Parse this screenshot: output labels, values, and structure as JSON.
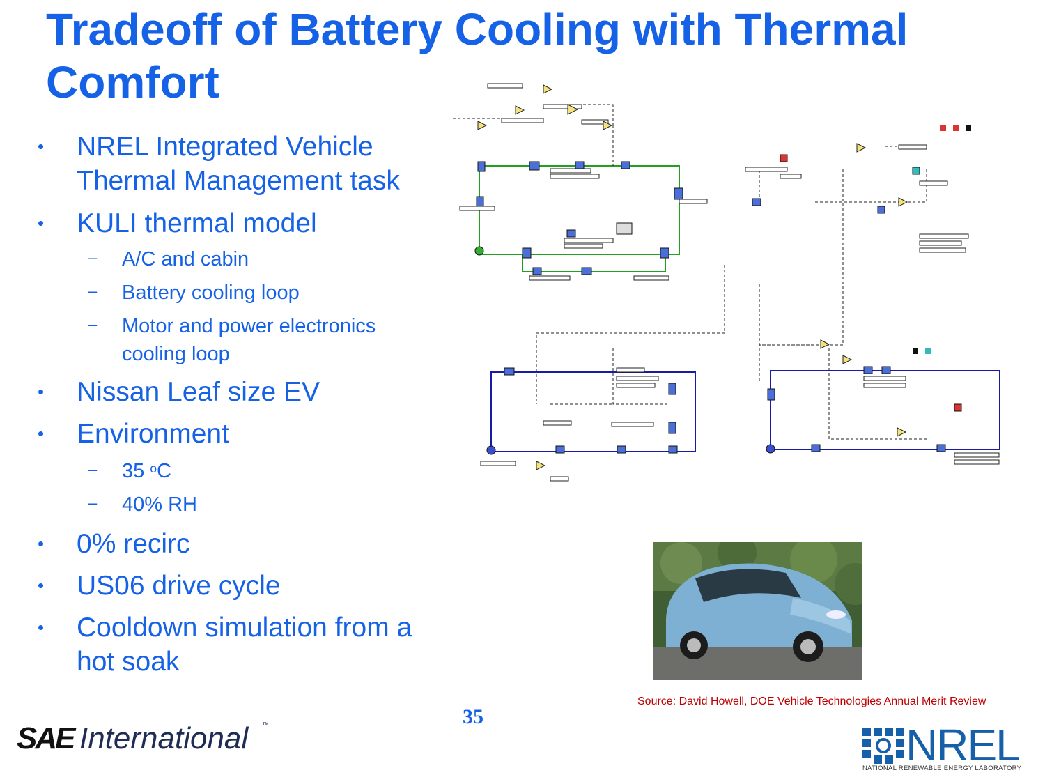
{
  "slide": {
    "title": "Tradeoff of Battery Cooling with Thermal Comfort",
    "bullets": [
      {
        "text": "NREL Integrated Vehicle Thermal Management task"
      },
      {
        "text": "KULI thermal model",
        "sub": [
          "A/C and cabin",
          "Battery cooling loop",
          "Motor and power electronics cooling loop"
        ]
      },
      {
        "text": "Nissan Leaf size EV"
      },
      {
        "text": "Environment",
        "sub_temp": {
          "value": "35 ",
          "deg": "o",
          "unit": "C"
        },
        "sub": [
          "40% RH"
        ]
      },
      {
        "text": "0% recirc"
      },
      {
        "text": "US06 drive cycle"
      },
      {
        "text": "Cooldown simulation from a hot soak"
      }
    ],
    "source": "Source: David Howell, DOE Vehicle Technologies Annual Merit Review",
    "page_number": "35"
  },
  "footer": {
    "sae_mark": "SAE",
    "sae_word": "International",
    "sae_tm": "™",
    "nrel_word": "NREL",
    "nrel_sub": "NATIONAL RENEWABLE ENERGY LABORATORY"
  },
  "colors": {
    "title_blue": "#1662e6",
    "source_red": "#c00000",
    "loop_green": "#22a022",
    "loop_blue": "#1a1aa8",
    "nrel_blue": "#1560a8"
  }
}
